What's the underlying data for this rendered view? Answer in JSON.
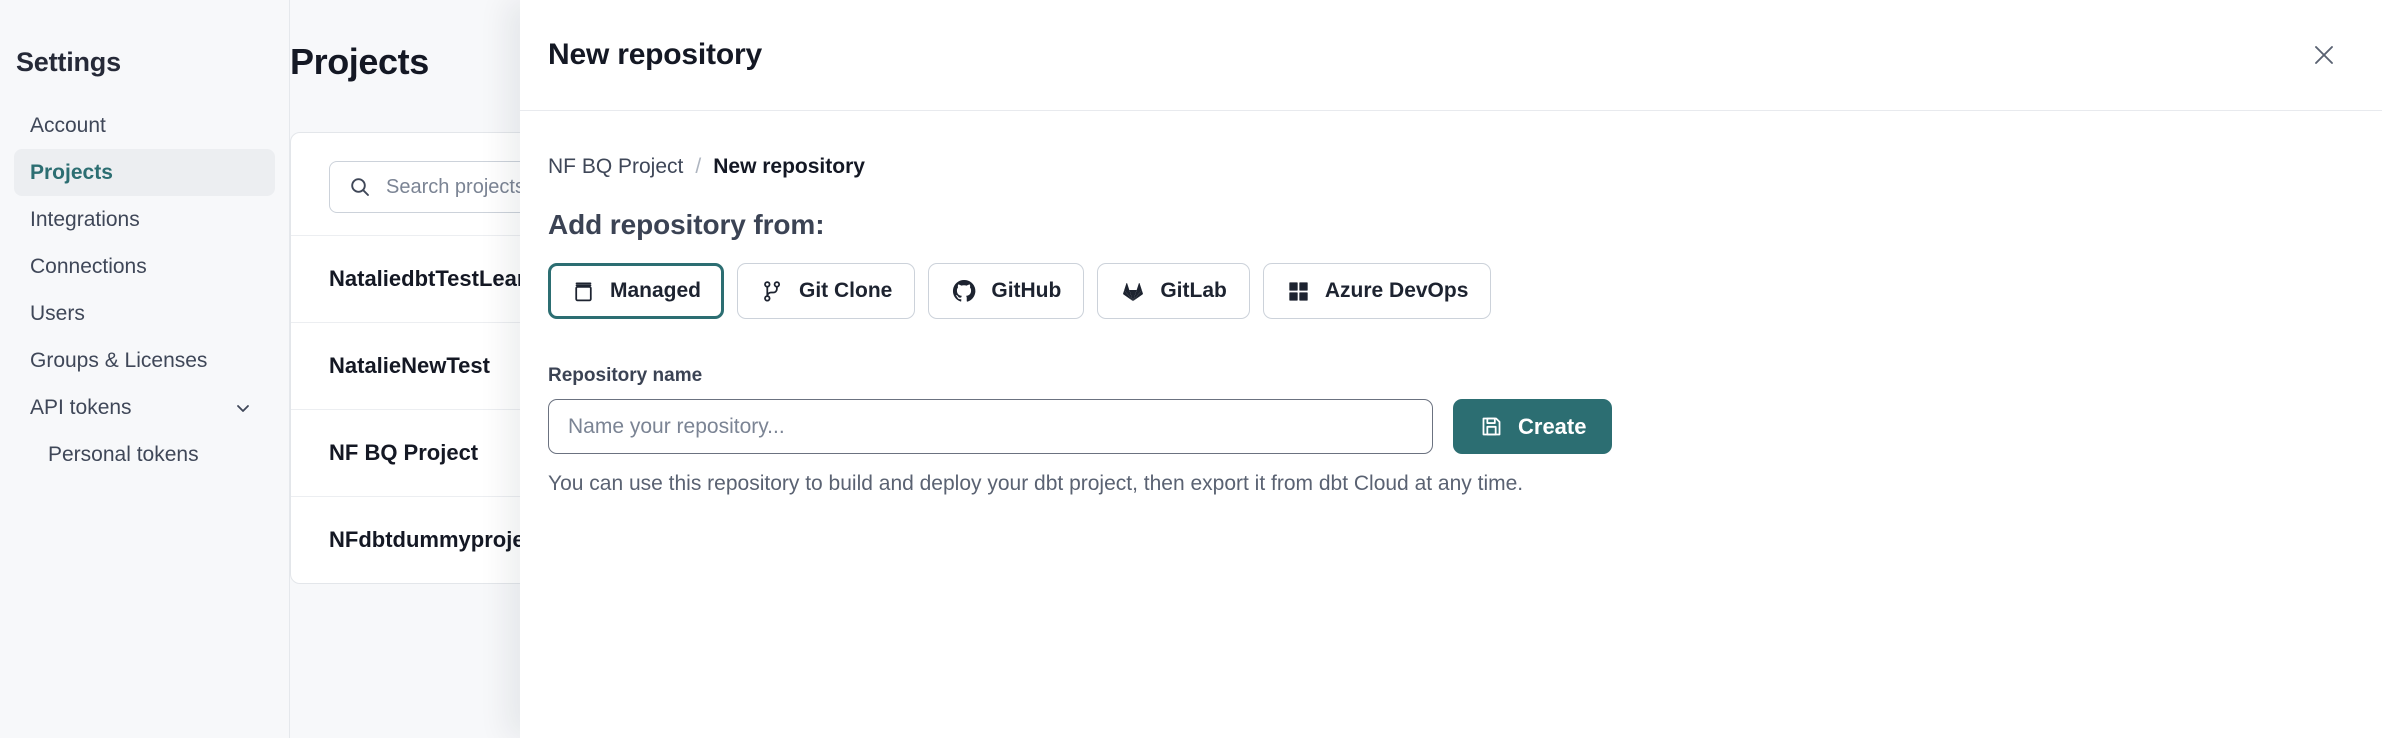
{
  "sidebar": {
    "title": "Settings",
    "items": [
      {
        "label": "Account",
        "active": false,
        "sub": false,
        "chevron": false
      },
      {
        "label": "Projects",
        "active": true,
        "sub": false,
        "chevron": false
      },
      {
        "label": "Integrations",
        "active": false,
        "sub": false,
        "chevron": false
      },
      {
        "label": "Connections",
        "active": false,
        "sub": false,
        "chevron": false
      },
      {
        "label": "Users",
        "active": false,
        "sub": false,
        "chevron": false
      },
      {
        "label": "Groups & Licenses",
        "active": false,
        "sub": false,
        "chevron": false
      },
      {
        "label": "API tokens",
        "active": false,
        "sub": false,
        "chevron": true
      },
      {
        "label": "Personal tokens",
        "active": false,
        "sub": true,
        "chevron": false
      }
    ]
  },
  "main": {
    "page_title": "Projects",
    "search": {
      "placeholder": "Search projects by name...",
      "value": ""
    },
    "projects": [
      {
        "name": "NataliedbtTestLearn T"
      },
      {
        "name": "NatalieNewTest"
      },
      {
        "name": "NF BQ Project"
      },
      {
        "name": "NFdbtdummyproject"
      }
    ]
  },
  "modal": {
    "title": "New repository",
    "close_label": "×",
    "breadcrumb": {
      "parent": "NF BQ Project",
      "separator": "/",
      "current": "New repository"
    },
    "section_title": "Add repository from:",
    "sources": [
      {
        "label": "Managed",
        "icon": "archive-box-icon",
        "selected": true
      },
      {
        "label": "Git Clone",
        "icon": "git-branch-icon",
        "selected": false
      },
      {
        "label": "GitHub",
        "icon": "github-icon",
        "selected": false
      },
      {
        "label": "GitLab",
        "icon": "gitlab-icon",
        "selected": false
      },
      {
        "label": "Azure DevOps",
        "icon": "azure-devops-icon",
        "selected": false
      }
    ],
    "repository_name": {
      "label": "Repository name",
      "placeholder": "Name your repository...",
      "value": ""
    },
    "create_button": {
      "label": "Create",
      "icon": "save-icon"
    },
    "helper_text": "You can use this repository to build and deploy your dbt project, then export it from dbt Cloud at any time."
  },
  "colors": {
    "accent": "#2c6e72",
    "page_bg": "#f7f8fa",
    "panel_bg": "#ffffff",
    "text_primary": "#141824",
    "text_secondary": "#5a6272",
    "border": "#ccd2da"
  }
}
